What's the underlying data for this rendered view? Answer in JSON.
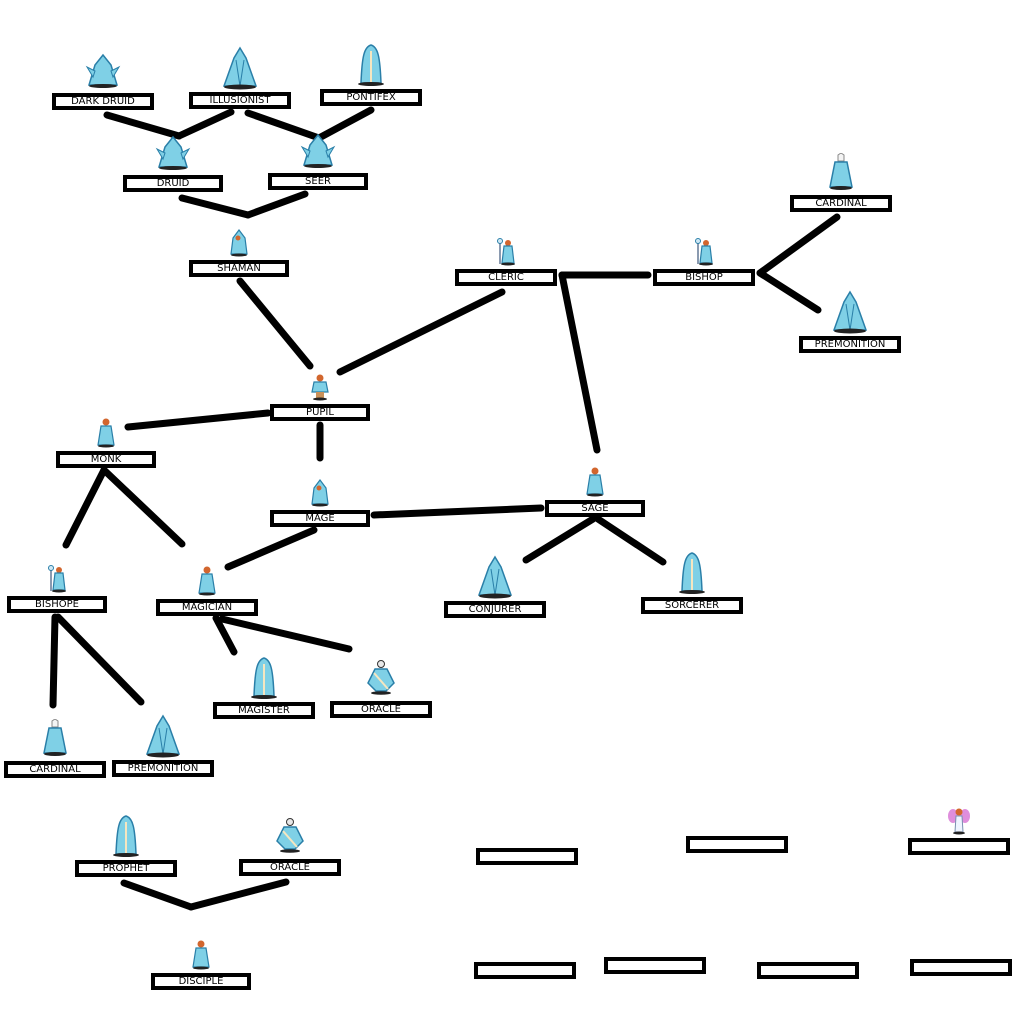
{
  "diagram": {
    "title": "Class promotion tree",
    "colors": {
      "line": "#000000",
      "box_border": "#000000",
      "box_fill": "#ffffff",
      "robe": "#7fd0e6",
      "robe_dark": "#2a7fa8",
      "hair": "#d2662e",
      "pink": "#d97ad6"
    },
    "nodes": [
      {
        "id": "dark-druid",
        "label": "DARK DRUID",
        "sprite": "hooded-robe"
      },
      {
        "id": "illusionist",
        "label": "ILLUSIONIST",
        "sprite": "hooded-cloak"
      },
      {
        "id": "pontifex",
        "label": "PONTIFEX",
        "sprite": "tall-robe"
      },
      {
        "id": "druid",
        "label": "DRUID",
        "sprite": "hooded-robe"
      },
      {
        "id": "seer",
        "label": "SEER",
        "sprite": "hooded-robe"
      },
      {
        "id": "shaman",
        "label": "SHAMAN",
        "sprite": "hooded-figure"
      },
      {
        "id": "cleric",
        "label": "CLERIC",
        "sprite": "staff-figure"
      },
      {
        "id": "bishop",
        "label": "BISHOP",
        "sprite": "staff-figure"
      },
      {
        "id": "cardinal-top",
        "label": "CARDINAL",
        "sprite": "mitre-robe"
      },
      {
        "id": "premonition-top",
        "label": "PREMONITION",
        "sprite": "hooded-cloak"
      },
      {
        "id": "pupil",
        "label": "PUPIL",
        "sprite": "young-mage"
      },
      {
        "id": "monk",
        "label": "MONK",
        "sprite": "robed-figure"
      },
      {
        "id": "mage",
        "label": "MAGE",
        "sprite": "hooded-figure"
      },
      {
        "id": "sage",
        "label": "SAGE",
        "sprite": "robed-figure"
      },
      {
        "id": "bishope",
        "label": "BISHOPE",
        "sprite": "staff-figure"
      },
      {
        "id": "magician",
        "label": "MAGICIAN",
        "sprite": "robed-figure"
      },
      {
        "id": "conjurer",
        "label": "CONJURER",
        "sprite": "hooded-cloak"
      },
      {
        "id": "sorcerer",
        "label": "SORCERER",
        "sprite": "tall-robe"
      },
      {
        "id": "magister",
        "label": "MAGISTER",
        "sprite": "tall-robe"
      },
      {
        "id": "oracle-mid",
        "label": "ORACLE",
        "sprite": "staff-robe"
      },
      {
        "id": "cardinal-bottom",
        "label": "CARDINAL",
        "sprite": "mitre-robe"
      },
      {
        "id": "premonition-bottom",
        "label": "PREMONITION",
        "sprite": "hooded-cloak"
      },
      {
        "id": "prophet",
        "label": "PROPHET",
        "sprite": "tall-robe"
      },
      {
        "id": "oracle-bottom",
        "label": "ORACLE",
        "sprite": "staff-robe"
      },
      {
        "id": "disciple",
        "label": "DISCIPLE",
        "sprite": "robed-figure"
      },
      {
        "id": "blank-1",
        "label": "",
        "sprite": ""
      },
      {
        "id": "blank-2",
        "label": "",
        "sprite": ""
      },
      {
        "id": "blank-3",
        "label": "",
        "sprite": "pink-figure"
      },
      {
        "id": "blank-4",
        "label": "",
        "sprite": ""
      },
      {
        "id": "blank-5",
        "label": "",
        "sprite": ""
      },
      {
        "id": "blank-6",
        "label": "",
        "sprite": ""
      },
      {
        "id": "blank-7",
        "label": "",
        "sprite": ""
      }
    ],
    "edges": [
      [
        "dark-druid",
        "druid"
      ],
      [
        "illusionist",
        "druid"
      ],
      [
        "illusionist",
        "seer"
      ],
      [
        "pontifex",
        "seer"
      ],
      [
        "druid",
        "shaman"
      ],
      [
        "seer",
        "shaman"
      ],
      [
        "shaman",
        "pupil"
      ],
      [
        "cleric",
        "pupil"
      ],
      [
        "cleric",
        "bishop"
      ],
      [
        "cleric",
        "sage"
      ],
      [
        "bishop",
        "cardinal-top"
      ],
      [
        "bishop",
        "premonition-top"
      ],
      [
        "pupil",
        "monk"
      ],
      [
        "pupil",
        "mage"
      ],
      [
        "monk",
        "bishope"
      ],
      [
        "monk",
        "magician"
      ],
      [
        "mage",
        "magician"
      ],
      [
        "mage",
        "sage"
      ],
      [
        "sage",
        "conjurer"
      ],
      [
        "sage",
        "sorcerer"
      ],
      [
        "magician",
        "magister"
      ],
      [
        "magician",
        "oracle-mid"
      ],
      [
        "bishope",
        "cardinal-bottom"
      ],
      [
        "bishope",
        "premonition-bottom"
      ],
      [
        "prophet",
        "disciple"
      ],
      [
        "oracle-bottom",
        "disciple"
      ]
    ]
  }
}
